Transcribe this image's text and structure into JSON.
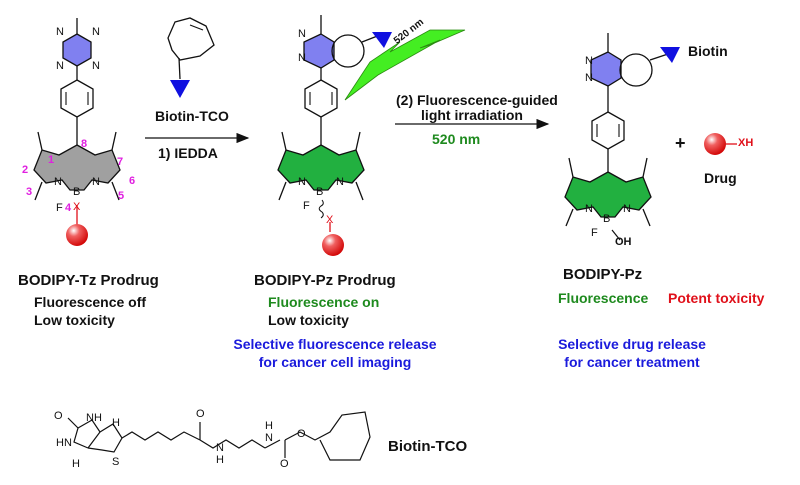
{
  "colors": {
    "tetrazine_fill": "#8080f0",
    "bodipy_off_fill": "#a0a0a0",
    "bodipy_on_fill": "#22b040",
    "bolt_fill": "#44ee22",
    "payload_fill": "#ee2020",
    "biotin_triangle": "#1010e0",
    "text_green": "#1e8a1e",
    "text_red": "#e0101a",
    "text_blue": "#1a1adc"
  },
  "compound1": {
    "name": "BODIPY-Tz Prodrug",
    "fluorescence": "Fluorescence off",
    "toxicity": "Low toxicity",
    "position_labels": [
      "1",
      "2",
      "3",
      "4",
      "5",
      "6",
      "7",
      "8"
    ],
    "atoms": {
      "n": "N",
      "b": "B",
      "f": "F",
      "x": "X"
    }
  },
  "step1": {
    "reagent": "Biotin-TCO",
    "reaction": "1) IEDDA"
  },
  "compound2": {
    "name": "BODIPY-Pz Prodrug",
    "fluorescence": "Fluorescence on",
    "toxicity": "Low toxicity",
    "application_line1": "Selective fluorescence release",
    "application_line2": "for cancer cell imaging",
    "bolt_label": "520 nm"
  },
  "step2": {
    "line1": "(2) Fluorescence-guided",
    "line2": "light irradiation",
    "wavelength": "520 nm"
  },
  "compound3": {
    "name": "BODIPY-Pz",
    "biotin_label": "Biotin",
    "fluorescence": "Fluorescence",
    "toxicity": "Potent toxicity",
    "application_line1": "Selective drug release",
    "application_line2": "for cancer treatment",
    "oh": "OH"
  },
  "drug": {
    "plus": "+",
    "group": "XH",
    "name": "Drug"
  },
  "biotin_tco_structure": {
    "name": "Biotin-TCO",
    "atoms": {
      "o": "O",
      "nh": "NH",
      "hn": "HN",
      "h": "H",
      "s": "S",
      "n": "N"
    }
  }
}
